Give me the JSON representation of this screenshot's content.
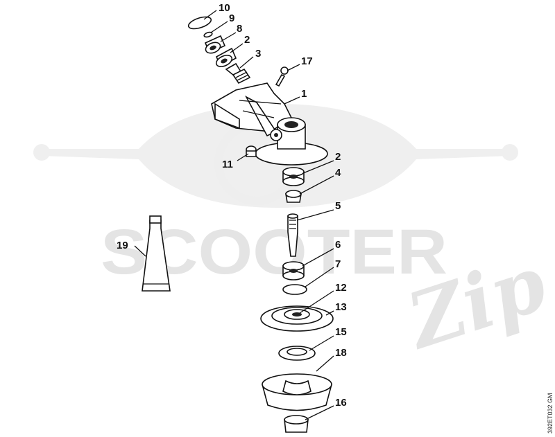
{
  "watermark": {
    "main": "SCOOTER",
    "script": "Zip"
  },
  "drawing_code": "392ET032 GM",
  "callouts": [
    {
      "id": "label-10",
      "text": "10"
    },
    {
      "id": "label-9",
      "text": "9"
    },
    {
      "id": "label-8",
      "text": "8"
    },
    {
      "id": "label-2-top",
      "text": "2"
    },
    {
      "id": "label-3",
      "text": "3"
    },
    {
      "id": "label-17",
      "text": "17"
    },
    {
      "id": "label-1",
      "text": "1"
    },
    {
      "id": "label-11",
      "text": "11"
    },
    {
      "id": "label-2-mid",
      "text": "2"
    },
    {
      "id": "label-4",
      "text": "4"
    },
    {
      "id": "label-5",
      "text": "5"
    },
    {
      "id": "label-6",
      "text": "6"
    },
    {
      "id": "label-7",
      "text": "7"
    },
    {
      "id": "label-12",
      "text": "12"
    },
    {
      "id": "label-13",
      "text": "13"
    },
    {
      "id": "label-15",
      "text": "15"
    },
    {
      "id": "label-18",
      "text": "18"
    },
    {
      "id": "label-16",
      "text": "16"
    },
    {
      "id": "label-19",
      "text": "19"
    }
  ]
}
